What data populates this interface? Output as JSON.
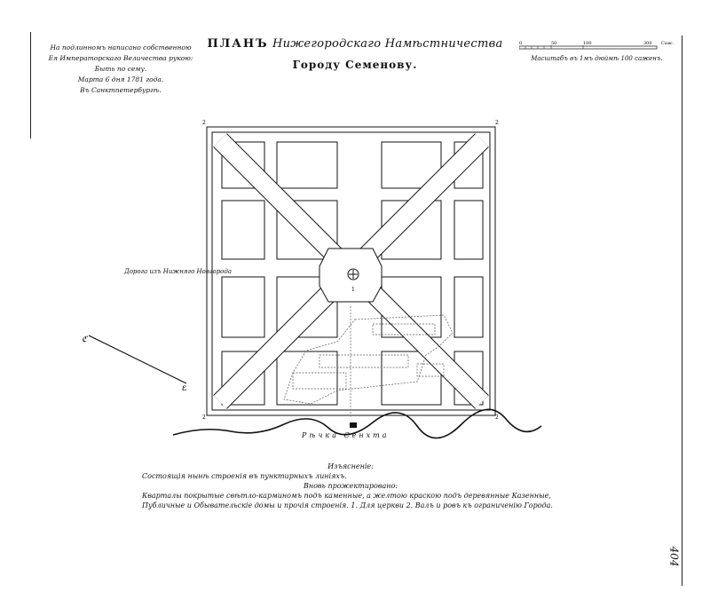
{
  "note": {
    "lines": [
      "На подлинномъ написано собственною",
      "Ея Императорскаго Величества рукою:",
      "Быть по сему.",
      "Марта 6 дня 1781 года.",
      "Въ Санктпетербургѣ."
    ]
  },
  "title": {
    "plan_word": "ПЛАНЪ",
    "line1_rest": "Нижегородскаго Намѣстничества",
    "line2": "Городу Семенову."
  },
  "scale": {
    "ticks": [
      "0",
      "50",
      "100",
      "300"
    ],
    "unit": "Саж.",
    "caption": "Масштабъ въ 1мъ дюймѣ 100 саженъ."
  },
  "map": {
    "road_label": "Дорога изъ Нижняго Новгорода",
    "river_label": "Рѣчка Сенхта",
    "church_number": "1",
    "rampart_number": "2"
  },
  "legend": {
    "heading": "Изъясненіе:",
    "existing": "Состоящія нынѣ строенія въ пунктирныхъ линіяхъ.",
    "projected_heading": "Вновь прожектировано:",
    "projected_text": "Кварталы покрытые свѣтло-карминомъ подъ каменные, а желтою краскою подъ деревянные Казенные, Публичные и Обывательскіе домы и прочія строенія. 1. Для церкви 2. Валъ и ровъ къ ограниченію Города."
  },
  "page_number": "404"
}
